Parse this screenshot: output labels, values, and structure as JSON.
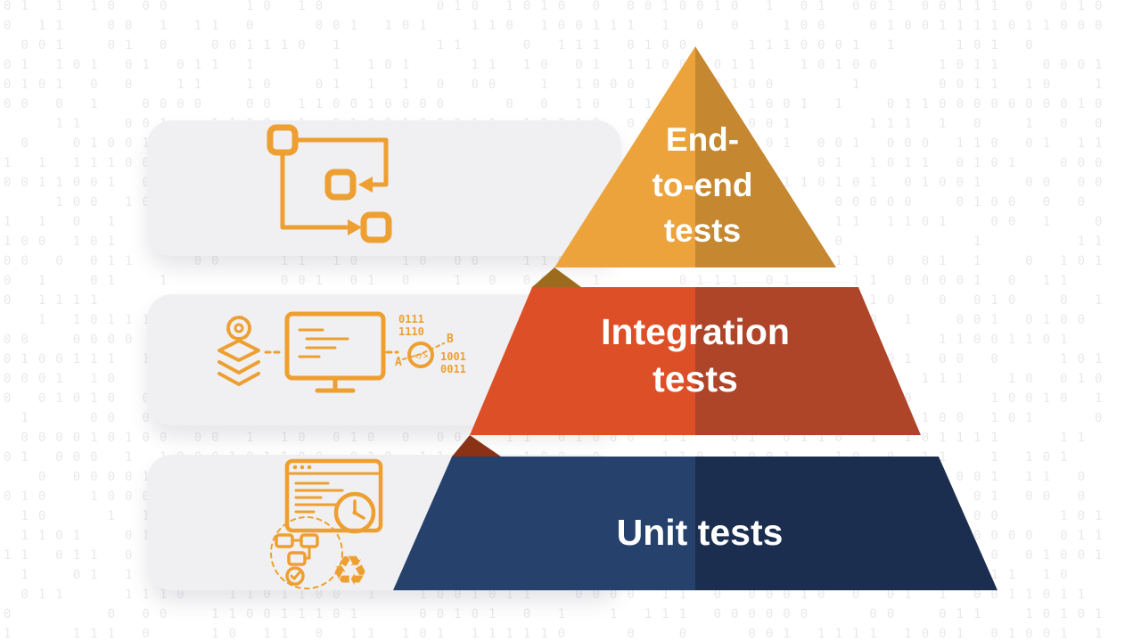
{
  "accent_color": "#EE9F31",
  "background": {
    "glyphs": "01",
    "color": "#e9e9ed"
  },
  "pyramid": {
    "tiers": [
      {
        "name": "end-to-end-tests",
        "lines": [
          "End-",
          "to-end",
          "tests"
        ],
        "colors": {
          "left": "#EDA33C",
          "right": "#C5872F",
          "fold": "#9C6B1E"
        }
      },
      {
        "name": "integration-tests",
        "lines": [
          "Integration",
          "tests"
        ],
        "colors": {
          "left": "#DD4F27",
          "right": "#AE4529",
          "fold": "#8A3116"
        }
      },
      {
        "name": "unit-tests",
        "lines": [
          "Unit tests"
        ],
        "colors": {
          "left": "#25416C",
          "right": "#1B2E50",
          "fold": "#152440"
        }
      }
    ]
  },
  "cards": [
    {
      "icon": "workflow-icon"
    },
    {
      "icon": "code-pipeline-icon",
      "binary_top": [
        "0111",
        "1110"
      ],
      "binary_bottom": [
        "1001",
        "0011"
      ],
      "letter_a": "A",
      "letter_b": "B",
      "code_symbol": "</>"
    },
    {
      "icon": "scheduled-tests-icon",
      "recycle_symbol": "♻"
    }
  ]
}
